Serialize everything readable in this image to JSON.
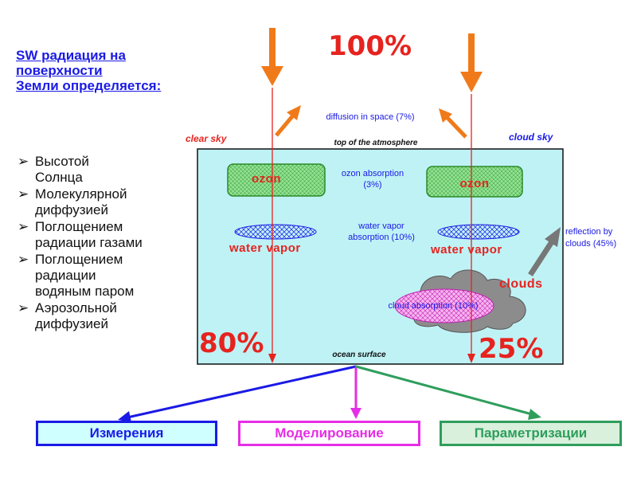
{
  "heading_lines": [
    "SW радиация на",
    "поверхности",
    "Земли определяется:"
  ],
  "factors": [
    {
      "lines": [
        "Высотой",
        "Солнца"
      ]
    },
    {
      "lines": [
        "Молекулярной",
        "диффузией"
      ]
    },
    {
      "lines": [
        "Поглощением",
        "радиации газами"
      ]
    },
    {
      "lines": [
        "Поглощением",
        "радиации",
        "водяным паром"
      ]
    },
    {
      "lines": [
        "Аэрозольной",
        "диффузией"
      ]
    }
  ],
  "bullet_mark": "➢",
  "diagram": {
    "incoming_percent": "100%",
    "diffusion_label": "diffusion in space (7%)",
    "clear_sky": "clear sky",
    "cloud_sky": "cloud sky",
    "top_of_atmosphere": "top of the atmosphere",
    "ozon_left": "ozon",
    "ozon_right": "ozon",
    "ozon_absorption_line1": "ozon absorption",
    "ozon_absorption_line2": "(3%)",
    "water_vapor_absorption_line1": "water vapor",
    "water_vapor_absorption_line2": "absorption  (10%)",
    "water_vapor_left": "water vapor",
    "water_vapor_right": "water vapor",
    "reflection_line1": "reflection by",
    "reflection_line2": "clouds  (45%)",
    "clouds_label": "clouds",
    "cloud_absorption": "cloud absorption (10%)",
    "clear_surface_percent": "80%",
    "cloud_surface_percent": "25%",
    "ocean_surface": "ocean surface"
  },
  "boxes": {
    "measurements": "Измерения",
    "modeling": "Моделирование",
    "parametrization": "Параметризации"
  },
  "colors": {
    "accent_blue": "#1a1ae6",
    "accent_red": "#e6231f",
    "sun_arrow_orange": "#f07a1a",
    "atmosphere_fill": "#bff2f5",
    "ozon_fill": "#8fe08f",
    "magenta": "#e62ee6",
    "green_box": "#2e9e5c",
    "measure_fill": "#cfffff",
    "cloud_grey": "#8c8c8c"
  }
}
